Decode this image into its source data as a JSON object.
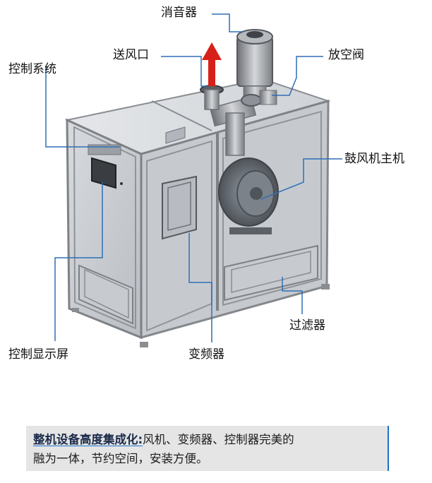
{
  "labels": {
    "muffler": "消音器",
    "air_outlet": "送风口",
    "control_system": "控制系统",
    "vent_valve": "放空阀",
    "blower_main": "鼓风机主机",
    "control_display": "控制显示屏",
    "inverter": "变频器",
    "filter": "过滤器"
  },
  "caption": {
    "emphasis": "整机设备高度集成化:",
    "text_line1": "风机、变频器、控制器完美的",
    "text_line2": "融为一体，节约空间，安装方便。"
  },
  "colors": {
    "frame": "#7e8186",
    "panel_glass": "#c9cdd2",
    "arrow": "#d8201a",
    "leader_line": "#2f6fb5",
    "caption_bg": "#e5e5e5",
    "caption_accent": "#1a73c8"
  },
  "icons": [
    "up-arrow-icon"
  ]
}
